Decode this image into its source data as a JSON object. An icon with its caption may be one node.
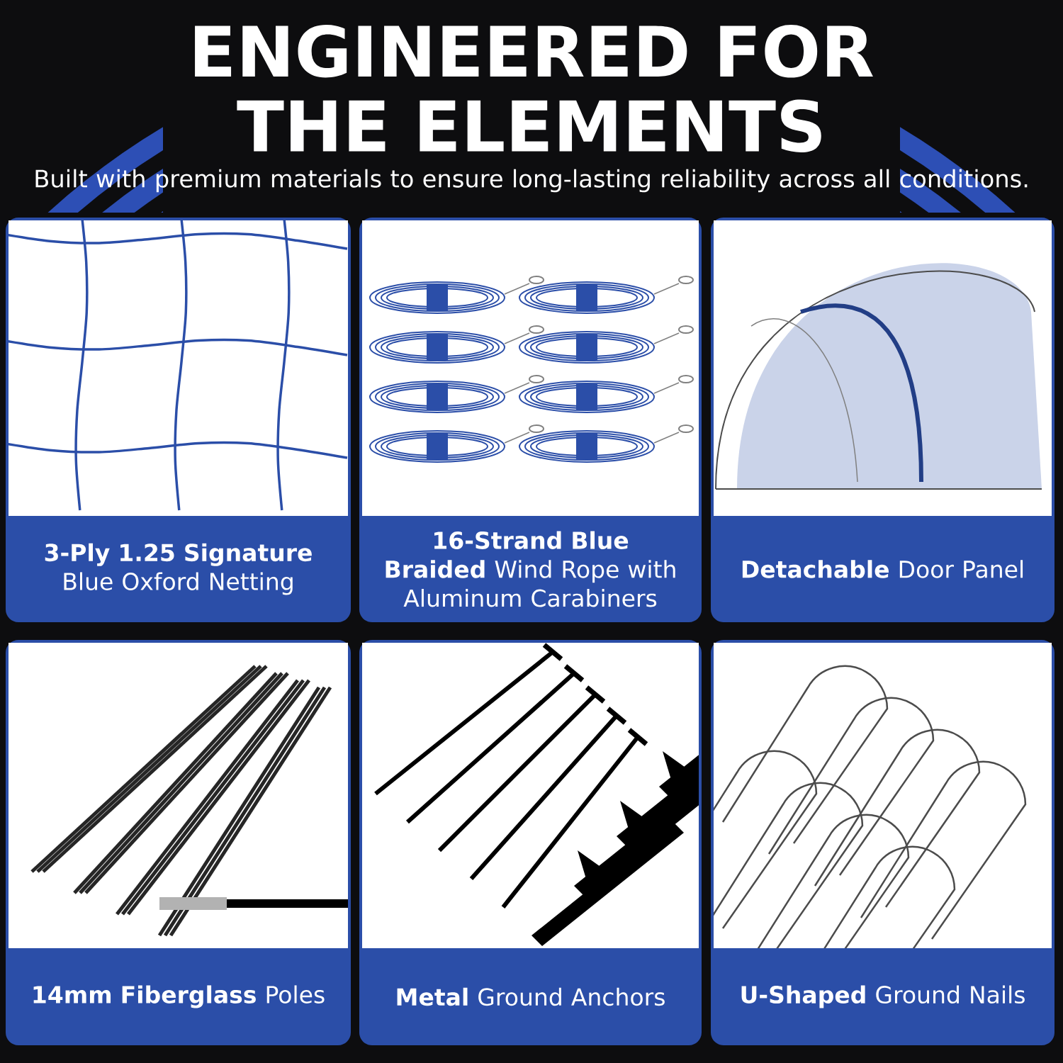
{
  "diagram": {
    "title": "ENGINEERED FOR THE ELEMENTS",
    "nodes": [
      {
        "text": [
          "**3-Ply 1.25 Signature** Blue Oxford Netting"
        ]
      },
      {
        "text": [
          "**16-Strand Blue Braided** Wind Rope with Aluminum Carabiners"
        ]
      },
      {
        "text": [
          "**Detachable** Door Panel"
        ]
      },
      {
        "text": [
          "**14mm Fiberglass** Poles"
        ]
      },
      {
        "text": [
          "**Metal** Ground Anchors"
        ]
      },
      {
        "text": [
          "**U-Shaped** Ground Nails"
        ]
      }
    ],
    "labels": [
      "Built with premium materials to ensure long-lasting reliability across all conditions."
    ]
  }
}
